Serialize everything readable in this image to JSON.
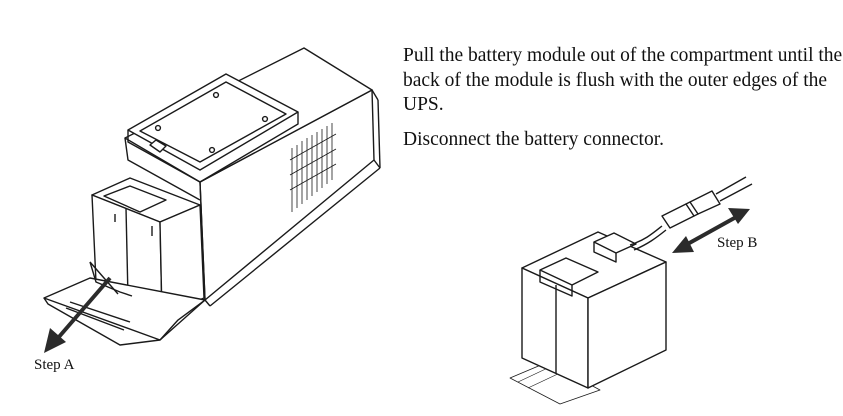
{
  "instructions": {
    "step1": "Pull the battery module out of the compartment until the back of the module is flush with the outer edges of the UPS.",
    "step2": "Disconnect the battery connector."
  },
  "labels": {
    "step_a": "Step A",
    "step_b": "Step B"
  },
  "colors": {
    "line": "#1a1a1a",
    "arrow": "#2b2b2b"
  }
}
